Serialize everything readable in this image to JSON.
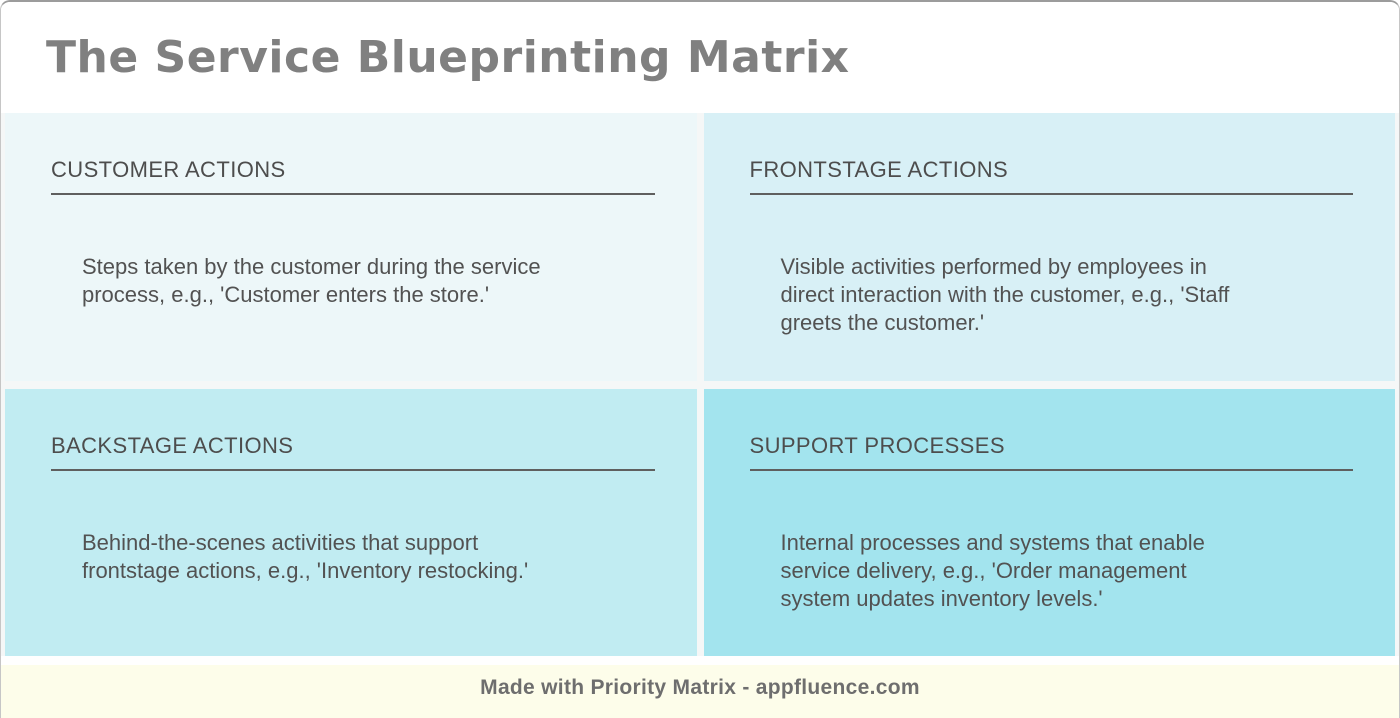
{
  "title": "The Service Blueprinting Matrix",
  "quadrants": [
    {
      "id": "customer-actions",
      "title": "CUSTOMER ACTIONS",
      "description": "Steps taken by the customer during the service process, e.g., 'Customer enters the store.'",
      "bg": "#edf7f9"
    },
    {
      "id": "frontstage-actions",
      "title": "FRONTSTAGE ACTIONS",
      "description": "Visible activities performed by employees in direct interaction with the customer, e.g., 'Staff greets the customer.'",
      "bg": "#d8f0f6"
    },
    {
      "id": "backstage-actions",
      "title": "BACKSTAGE ACTIONS",
      "description": "Behind-the-scenes activities that support frontstage actions, e.g., 'Inventory restocking.'",
      "bg": "#c1ecf2"
    },
    {
      "id": "support-processes",
      "title": "SUPPORT PROCESSES",
      "description": "Internal processes and systems that enable service delivery, e.g., 'Order management system updates inventory levels.'",
      "bg": "#a3e4ee"
    }
  ],
  "footer": {
    "text": "Made with Priority Matrix - appfluence.com",
    "bg": "#fdfdea"
  },
  "colors": {
    "title_text": "#808080",
    "quadrant_heading_text": "#4d4d4d",
    "quadrant_body_text": "#525252",
    "heading_underline": "#5f5f5f",
    "page_border": "#9c9c9c",
    "header_background": "#ffffff"
  }
}
